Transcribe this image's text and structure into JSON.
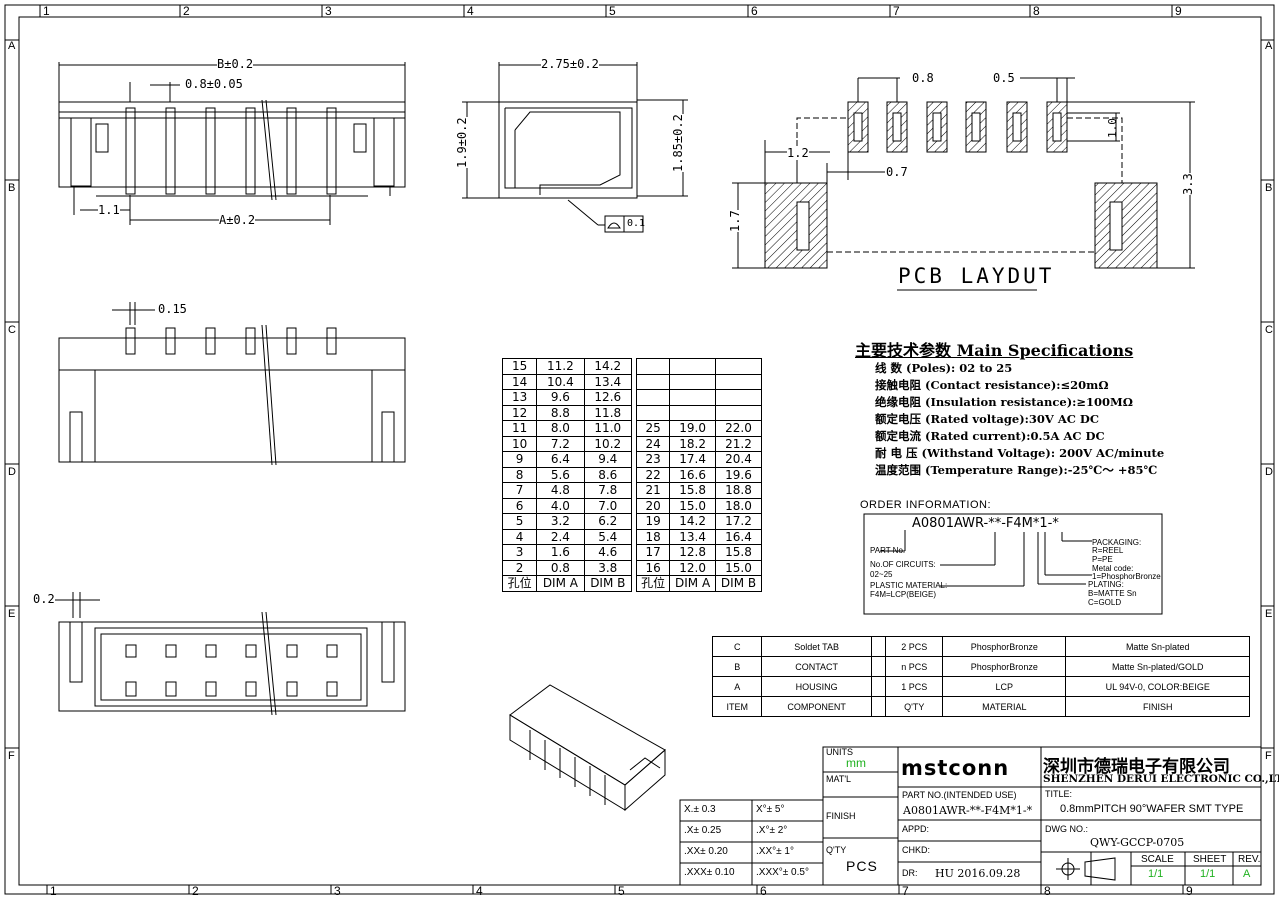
{
  "border": {
    "col_numbers": [
      "1",
      "2",
      "3",
      "4",
      "5",
      "6",
      "7",
      "8",
      "9"
    ],
    "row_letters": [
      "A",
      "B",
      "C",
      "D",
      "E",
      "F"
    ]
  },
  "dims": {
    "b": "B±0.2",
    "pitch": "0.8±0.05",
    "a": "A±0.2",
    "left_offset": "1.1",
    "width_side": "2.75±0.2",
    "h1": "1.9±0.2",
    "h2": "1.85±0.2",
    "flatness": "0.1",
    "pin_w": "0.15",
    "side_gap": "0.2",
    "pcb_08": "0.8",
    "pcb_05": "0.5",
    "pcb_10": "1.0",
    "pcb_12": "1.2",
    "pcb_07": "0.7",
    "pcb_17": "1.7",
    "pcb_33": "3.3"
  },
  "pcb_layout_label": "PCB LAYDUT",
  "specs": {
    "title": "主要技术参数 Main Specifications",
    "lines": [
      "线    数 (Poles): 02 to 25",
      "接触电阻 (Contact resistance):≤20mΩ",
      "绝缘电阻 (Insulation resistance):≥100MΩ",
      "额定电压 (Rated voltage):30V AC DC",
      "额定电流 (Rated current):0.5A AC DC",
      "耐 电 压 (Withstand Voltage): 200V AC/minute",
      "温度范围 (Temperature Range):-25℃～ +85℃"
    ]
  },
  "order": {
    "title": "ORDER INFORMATION:",
    "part_code": "A0801AWR-**-F4M*1-*",
    "labels": {
      "part_no": "PART No.",
      "circuits": "No.OF CIRCUITS:",
      "circuits_range": "02~25",
      "plastic": "PLASTIC MATERIAL:",
      "plastic_val": "F4M=LCP(BEIGE)",
      "packaging": "PACKAGING:",
      "pack1": "R=REEL",
      "pack2": "P=PE",
      "metal": "Metal code:",
      "metal1": "1=PhosphorBronze",
      "plating": "PLATING:",
      "plat1": "B=MATTE Sn",
      "plat2": "C=GOLD"
    }
  },
  "dim_table_left": {
    "rows": [
      [
        "15",
        "11.2",
        "14.2"
      ],
      [
        "14",
        "10.4",
        "13.4"
      ],
      [
        "13",
        "9.6",
        "12.6"
      ],
      [
        "12",
        "8.8",
        "11.8"
      ],
      [
        "11",
        "8.0",
        "11.0"
      ],
      [
        "10",
        "7.2",
        "10.2"
      ],
      [
        "9",
        "6.4",
        "9.4"
      ],
      [
        "8",
        "5.6",
        "8.6"
      ],
      [
        "7",
        "4.8",
        "7.8"
      ],
      [
        "6",
        "4.0",
        "7.0"
      ],
      [
        "5",
        "3.2",
        "6.2"
      ],
      [
        "4",
        "2.4",
        "5.4"
      ],
      [
        "3",
        "1.6",
        "4.6"
      ],
      [
        "2",
        "0.8",
        "3.8"
      ]
    ],
    "header": [
      "孔位",
      "DIM A",
      "DIM B"
    ]
  },
  "dim_table_right": {
    "rows": [
      [
        "",
        "",
        ""
      ],
      [
        "",
        "",
        ""
      ],
      [
        "",
        "",
        ""
      ],
      [
        "",
        "",
        ""
      ],
      [
        "25",
        "19.0",
        "22.0"
      ],
      [
        "24",
        "18.2",
        "21.2"
      ],
      [
        "23",
        "17.4",
        "20.4"
      ],
      [
        "22",
        "16.6",
        "19.6"
      ],
      [
        "21",
        "15.8",
        "18.8"
      ],
      [
        "20",
        "15.0",
        "18.0"
      ],
      [
        "19",
        "14.2",
        "17.2"
      ],
      [
        "18",
        "13.4",
        "16.4"
      ],
      [
        "17",
        "12.8",
        "15.8"
      ],
      [
        "16",
        "12.0",
        "15.0"
      ]
    ],
    "header": [
      "孔位",
      "DIM A",
      "DIM B"
    ]
  },
  "bom": {
    "rows": [
      [
        "C",
        "Soldet TAB",
        "",
        "2 PCS",
        "PhosphorBronze",
        "Matte Sn-plated"
      ],
      [
        "B",
        "CONTACT",
        "",
        "n PCS",
        "PhosphorBronze",
        "Matte Sn-plated/GOLD"
      ],
      [
        "A",
        "HOUSING",
        "",
        "1 PCS",
        "LCP",
        "UL 94V-0, COLOR:BEIGE"
      ],
      [
        "ITEM",
        "COMPONENT",
        "",
        "Q'TY",
        "MATERIAL",
        "FINISH"
      ]
    ]
  },
  "title_block": {
    "units_label": "UNITS",
    "units_val": "mm",
    "mat_label": "MAT'L",
    "finish_label": "FINISH",
    "qty_label": "Q'TY",
    "qty_val": "PCS",
    "logo": "mstconn",
    "company_cn": "深圳市德瑞电子有限公司",
    "company_en": "SHENZHEN DERUI ELECTRONIC CO.,LTD.",
    "part_no_label": "PART NO.(INTENDED USE)",
    "part_no_val": "A0801AWR-**-F4M*1-*",
    "title_label": "TITLE:",
    "title_val": "0.8mmPITCH 90°WAFER SMT TYPE",
    "appd_label": "APPD:",
    "dwg_label": "DWG NO.:",
    "dwg_val": "QWY-GCCP-0705",
    "chkd_label": "CHKD:",
    "dr_label": "DR:",
    "dr_val": "HU 2016.09.28",
    "scale_label": "SCALE",
    "scale_val": "1/1",
    "sheet_label": "SHEET",
    "sheet_val": "1/1",
    "rev_label": "REV.",
    "rev_val": "A",
    "tolerances": [
      [
        "X.± 0.3",
        "X°± 5°"
      ],
      [
        ".X± 0.25",
        ".X°± 2°"
      ],
      [
        ".XX± 0.20",
        ".XX°± 1°"
      ],
      [
        ".XXX± 0.10",
        ".XXX°± 0.5°"
      ]
    ]
  }
}
